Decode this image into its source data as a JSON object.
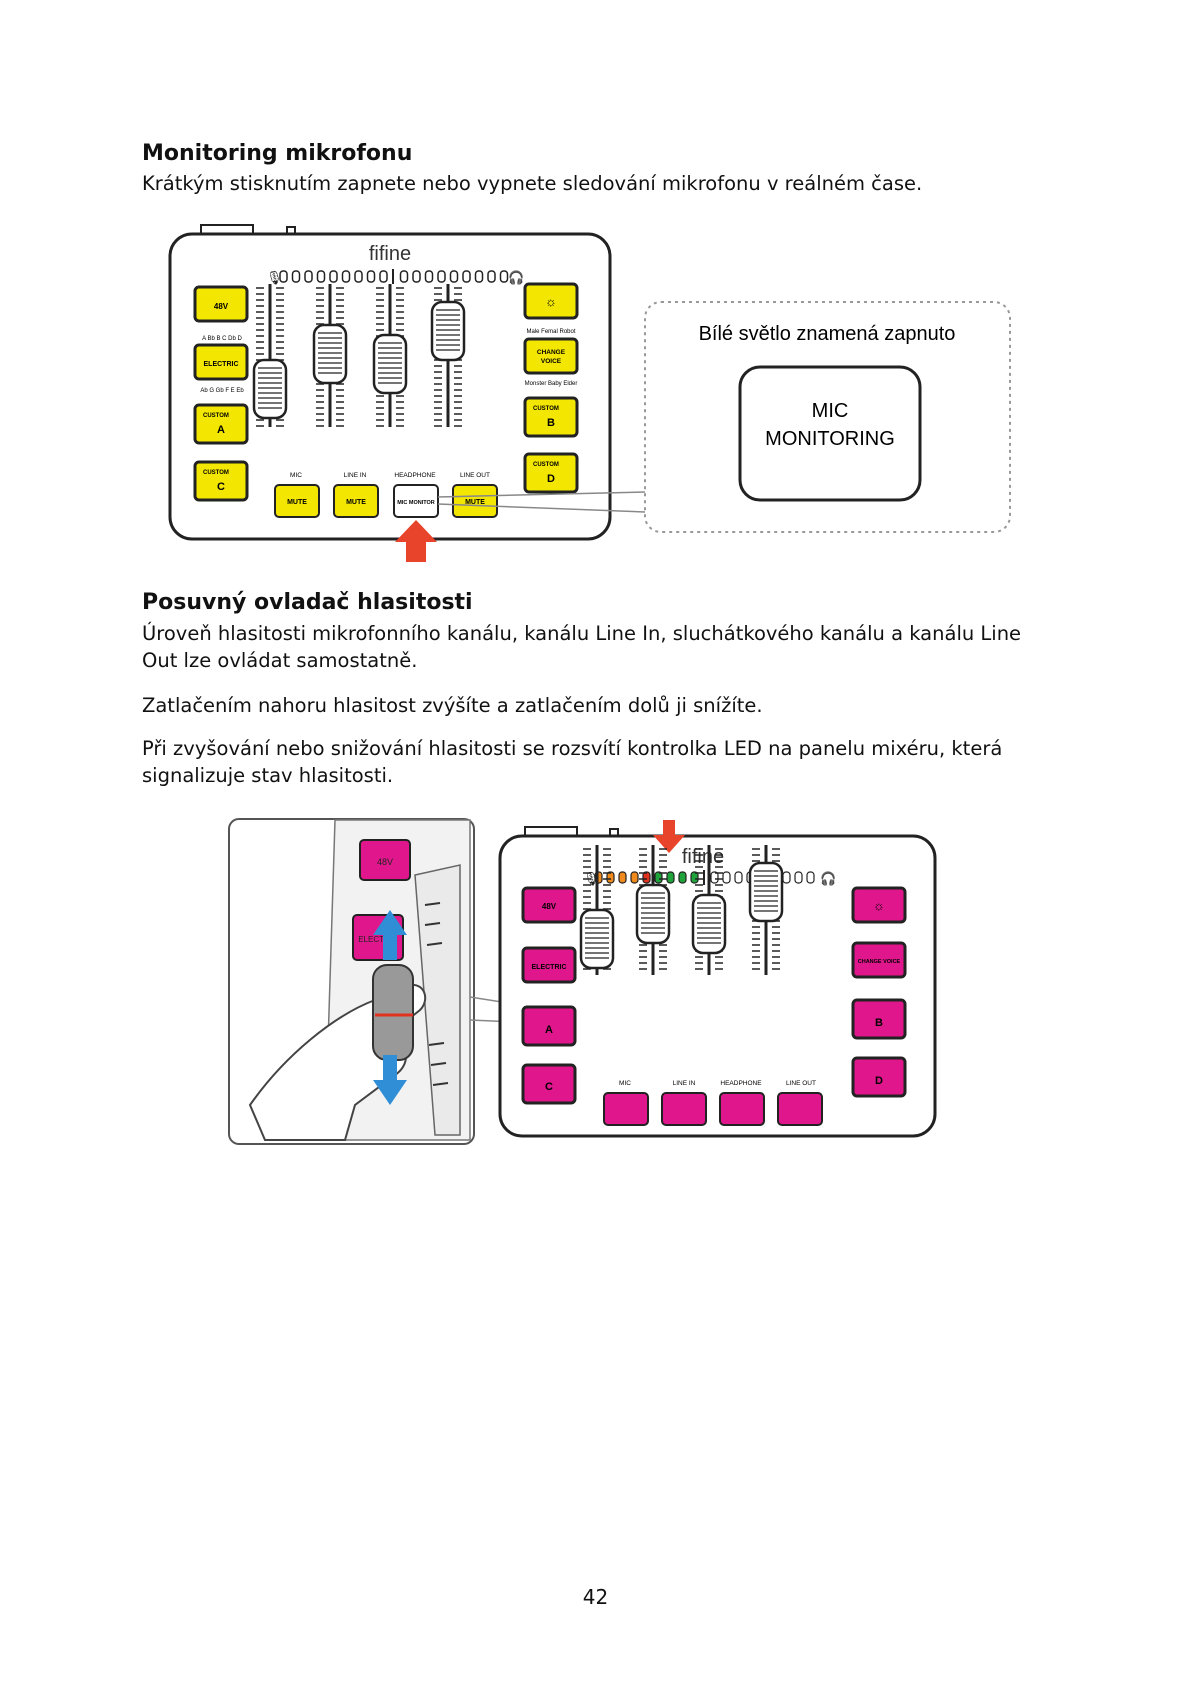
{
  "section1": {
    "heading": "Monitoring mikrofonu",
    "text": "Krátkým stisknutím zapnete nebo vypnete sledování mikrofonu v reálném čase."
  },
  "figure1": {
    "brand": "fifine",
    "callout_text": "Bílé světlo znamená zapnuto",
    "callout_button_line1": "MIC",
    "callout_button_line2": "MONITORING",
    "left_buttons": [
      "48V",
      "ELECTRIC",
      "A",
      "C"
    ],
    "custom_label": "CUSTOM",
    "right_buttons": [
      "☼",
      "CHANGE",
      "VOICE",
      "B",
      "D"
    ],
    "key_labels_top": "A  Bb  B  C  Db  D",
    "key_labels_bottom": "Ab  G  Gb  F  E  Eb",
    "voice_labels_top": "Male  Femal  Robot",
    "voice_labels_bottom": "Monster  Baby  Elder",
    "channels": [
      "MIC",
      "LINE IN",
      "HEADPHONE",
      "LINE OUT"
    ],
    "channel_buttons": [
      "MUTE",
      "MUTE",
      "MIC MONITOR",
      "MUTE"
    ],
    "colors": {
      "button_fill": "#f3e600",
      "arrow": "#e8432b",
      "outline": "#222222"
    }
  },
  "section2": {
    "heading": "Posuvný ovladač hlasitosti",
    "paragraphs": [
      "Úroveň hlasitosti mikrofonního kanálu, kanálu Line In, sluchátkového kanálu a kanálu Line Out lze ovládat samostatně.",
      "Zatlačením nahoru hlasitost zvýšíte a zatlačením dolů ji snížíte.",
      "Při zvyšování nebo snižování hlasitosti se rozsvítí kontrolka LED na panelu mixéru, která signalizuje stav hlasitosti."
    ]
  },
  "figure2": {
    "brand": "fifine",
    "left_buttons": [
      "48V",
      "ELECTRIC",
      "A",
      "C"
    ],
    "right_buttons": [
      "☼",
      "CHANGE VOICE",
      "B",
      "D"
    ],
    "channels": [
      "MIC",
      "LINE IN",
      "HEADPHONE",
      "LINE OUT"
    ],
    "colors": {
      "button_fill": "#e0178c",
      "led_green": "#1fa33a",
      "led_orange": "#f08a1c",
      "led_red": "#e0321e",
      "arrow_blue": "#2f8ed6",
      "arrow_red": "#e8432b"
    }
  },
  "page_number": "42"
}
